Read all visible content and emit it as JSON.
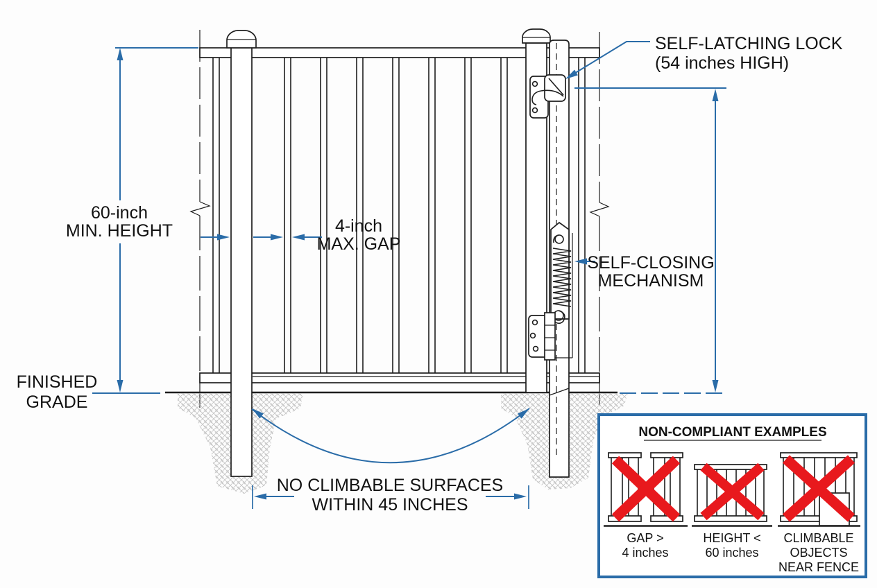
{
  "labels": {
    "min_height": {
      "line1": "60-inch",
      "line2": "MIN. HEIGHT"
    },
    "max_gap": {
      "line1": "4-inch",
      "line2": "MAX. GAP"
    },
    "finished_grade": {
      "line1": "FINISHED",
      "line2": "GRADE"
    },
    "self_latching_lock": {
      "line1": "SELF-LATCHING LOCK",
      "line2": "(54 inches HIGH)"
    },
    "self_closing": {
      "line1": "SELF-CLOSING",
      "line2": "MECHANISM"
    },
    "no_climbable": {
      "line1": "NO CLIMBABLE SURFACES",
      "line2": "WITHIN 45 INCHES"
    }
  },
  "noncompliant": {
    "title": "NON-COMPLIANT EXAMPLES",
    "examples": [
      {
        "caption_lines": [
          "GAP >",
          "4 inches"
        ]
      },
      {
        "caption_lines": [
          "HEIGHT <",
          "60 inches"
        ]
      },
      {
        "caption_lines": [
          "CLIMBABLE",
          "OBJECTS",
          "NEAR FENCE"
        ]
      }
    ]
  },
  "colors": {
    "dimension_blue": "#2a6ca8",
    "noncompliant_red": "#e8191d",
    "line_black": "#1e1e1e",
    "hatch_gray": "#b3b3b3",
    "background": "#fdfdfd"
  }
}
